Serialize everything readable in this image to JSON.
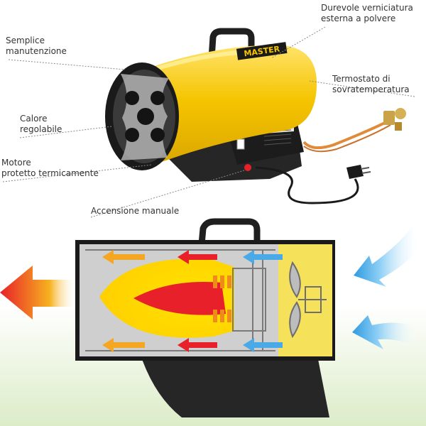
{
  "labels": {
    "semplice": [
      "Semplice",
      "manutenzione"
    ],
    "calore": [
      "Calore",
      "regolabile"
    ],
    "motore": [
      "Motore",
      "protetto termicamente"
    ],
    "accensione": [
      "Accensione manuale"
    ],
    "durevole": [
      "Durevole verniciatura",
      "esterna a polvere"
    ],
    "termostato": [
      "Termostato di",
      "sovratemperatura"
    ]
  },
  "brand": "MASTER",
  "colors": {
    "body_yellow": "#f2c200",
    "body_yellow_light": "#ffe04a",
    "dark": "#2b2b2b",
    "grey_inner": "#c9c9c9",
    "flame_red": "#e8202a",
    "flame_yellow": "#ffd21a",
    "arrow_blue": "#3aa6e8",
    "arrow_orange": "#f5a623",
    "arrow_red": "#e8202a",
    "leader": "#888888",
    "ground_green": "#e6f2d8"
  }
}
